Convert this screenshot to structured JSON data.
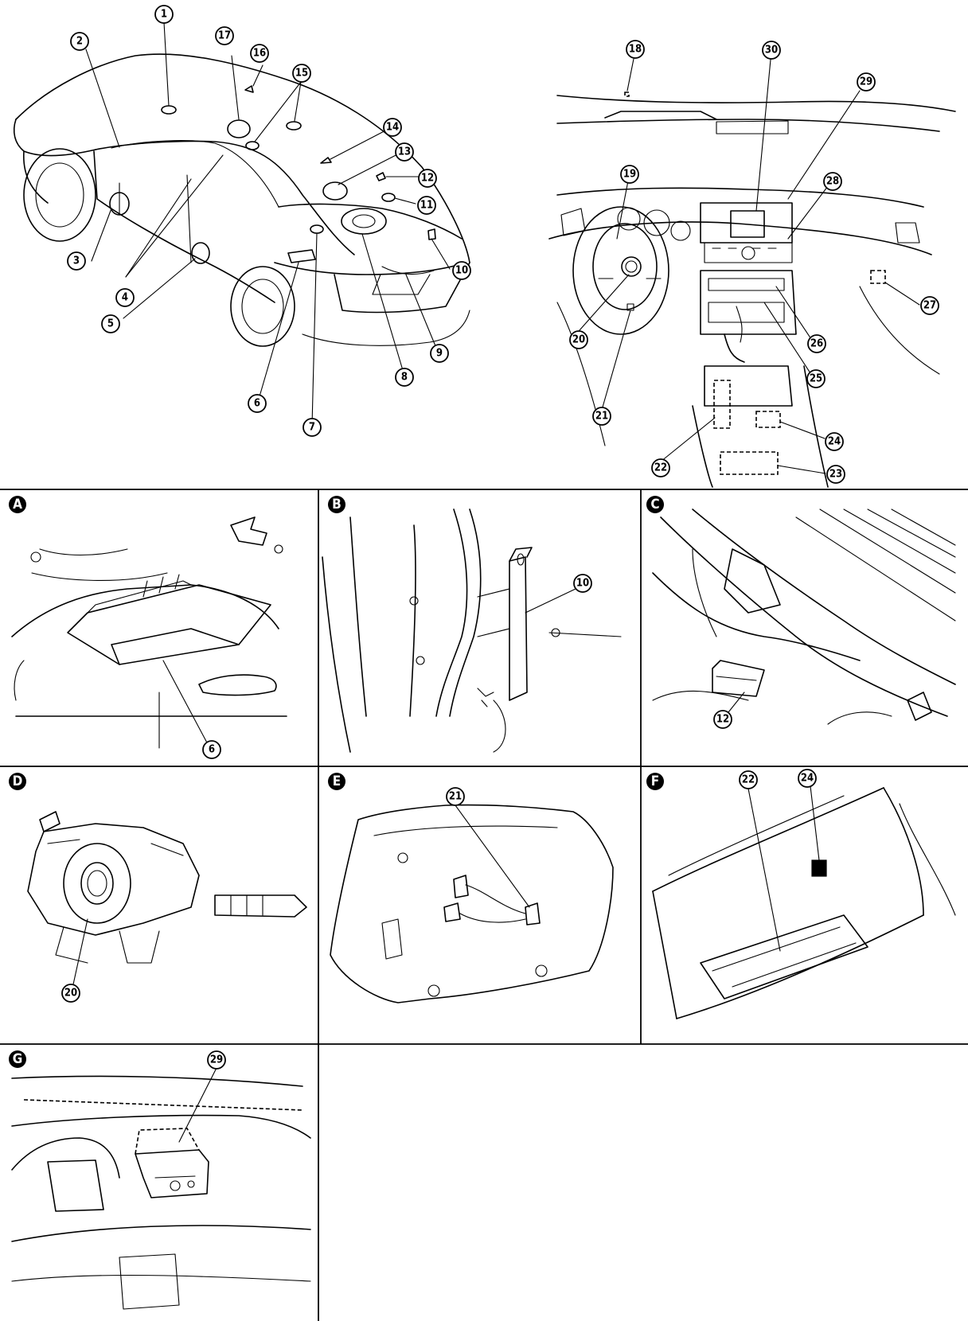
{
  "callouts": {
    "c1": "1",
    "c2": "2",
    "c3": "3",
    "c4": "4",
    "c5": "5",
    "c6": "6",
    "c7": "7",
    "c8": "8",
    "c9": "9",
    "c10": "10",
    "c11": "11",
    "c12": "12",
    "c13": "13",
    "c14": "14",
    "c15": "15",
    "c16": "16",
    "c17": "17",
    "c18": "18",
    "c19": "19",
    "c20": "20",
    "c21": "21",
    "c22": "22",
    "c23": "23",
    "c24": "24",
    "c25": "25",
    "c26": "26",
    "c27": "27",
    "c28": "28",
    "c29": "29",
    "c30": "30"
  },
  "panels": {
    "A": {
      "letter": "A",
      "callouts": [
        "6"
      ]
    },
    "B": {
      "letter": "B",
      "callouts": [
        "10"
      ]
    },
    "C": {
      "letter": "C",
      "callouts": [
        "12"
      ]
    },
    "D": {
      "letter": "D",
      "callouts": [
        "20"
      ]
    },
    "E": {
      "letter": "E",
      "callouts": [
        "21"
      ]
    },
    "F": {
      "letter": "F",
      "callouts": [
        "22",
        "24"
      ]
    },
    "G": {
      "letter": "G",
      "callouts": [
        "29"
      ]
    }
  }
}
